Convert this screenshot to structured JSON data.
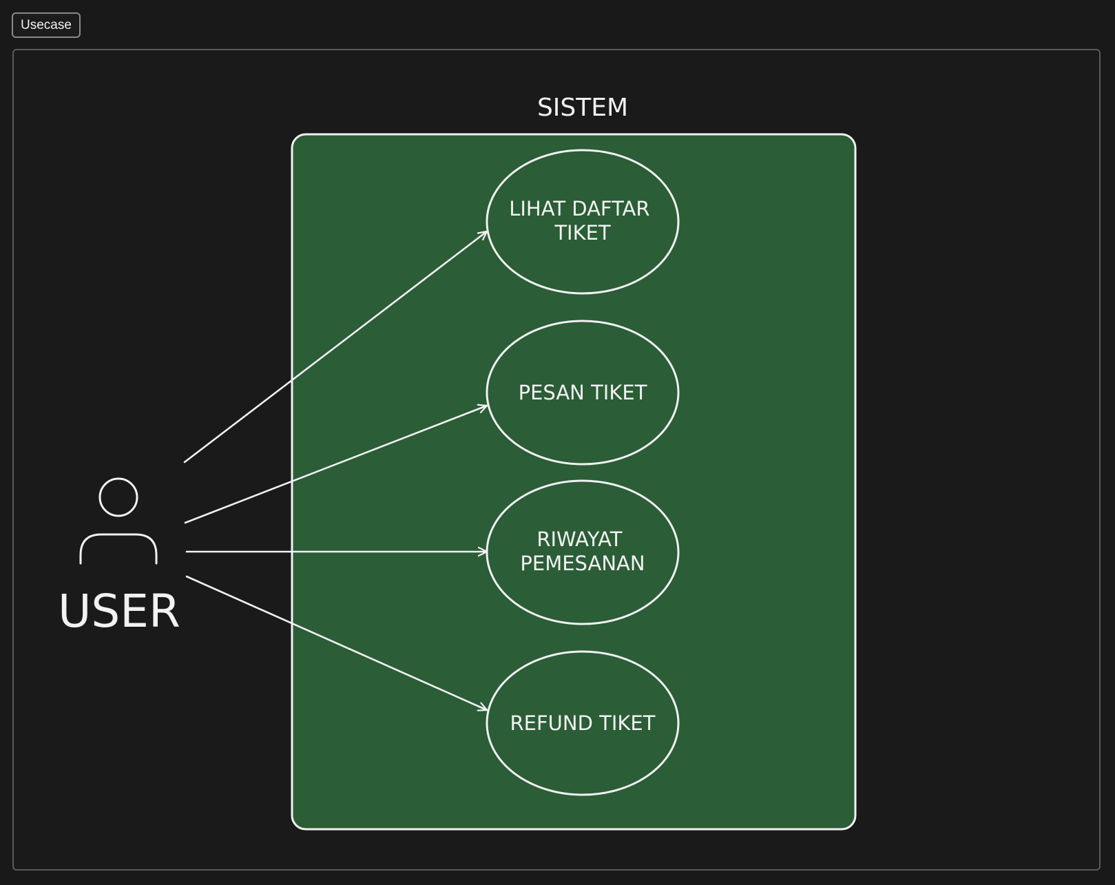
{
  "frame": {
    "tab_label": "Usecase"
  },
  "diagram": {
    "system_label": "SISTEM",
    "actor_label": "USER",
    "use_cases": [
      {
        "lines": [
          "LIHAT DAFTAR",
          "TIKET"
        ]
      },
      {
        "lines": [
          "PESAN TIKET"
        ]
      },
      {
        "lines": [
          "RIWAYAT",
          "PEMESANAN"
        ]
      },
      {
        "lines": [
          "REFUND TIKET"
        ]
      }
    ]
  },
  "colors": {
    "canvas_background": "#191919",
    "system_fill": "#2b5d37",
    "stroke": "#f2f2f2",
    "frame_border": "#5a5a5a"
  }
}
